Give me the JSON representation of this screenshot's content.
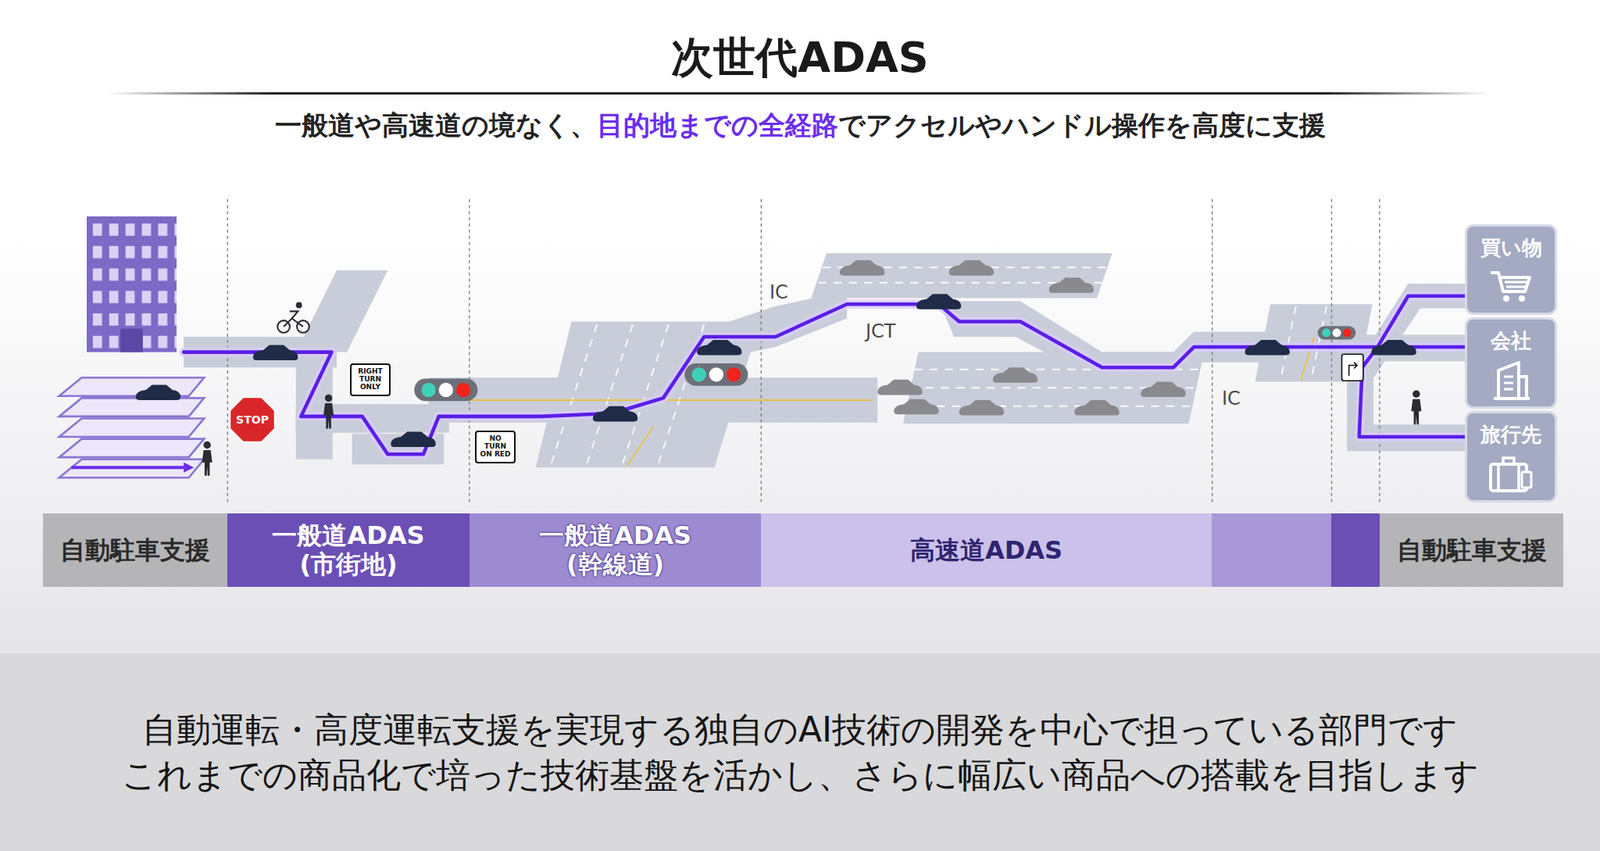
{
  "diagram": {
    "title": "次世代ADAS",
    "nodes": [
      {
        "text": [
          "STOP"
        ]
      },
      {
        "text": [
          "RIGHT TURN ONLY"
        ]
      },
      {
        "text": [
          "NO TURN ON RED"
        ]
      },
      {
        "text": [
          "買い物"
        ]
      },
      {
        "text": [
          "会社"
        ]
      },
      {
        "text": [
          "旅行先"
        ]
      },
      {
        "text": [
          "自動駐車支援"
        ]
      },
      {
        "text": [
          "一般道ADAS (市街地)"
        ]
      },
      {
        "text": [
          "一般道ADAS (幹線道)"
        ]
      },
      {
        "text": [
          "高速道ADAS"
        ]
      },
      {
        "text": [
          "自動駐車支援"
        ]
      }
    ],
    "labels": [
      "一般道や高速道の境なく、",
      "目的地までの全経路",
      "でアクセルやハンドル操作を高度に支援",
      "IC",
      "JCT",
      "IC",
      "自動運転・高度運転支援を実現する独自のAI技術の開発を中心で担っている部門です",
      "これまでの商品化で培った技術基盤を活かし、さらに幅広い商品への搭載を目指します"
    ]
  }
}
